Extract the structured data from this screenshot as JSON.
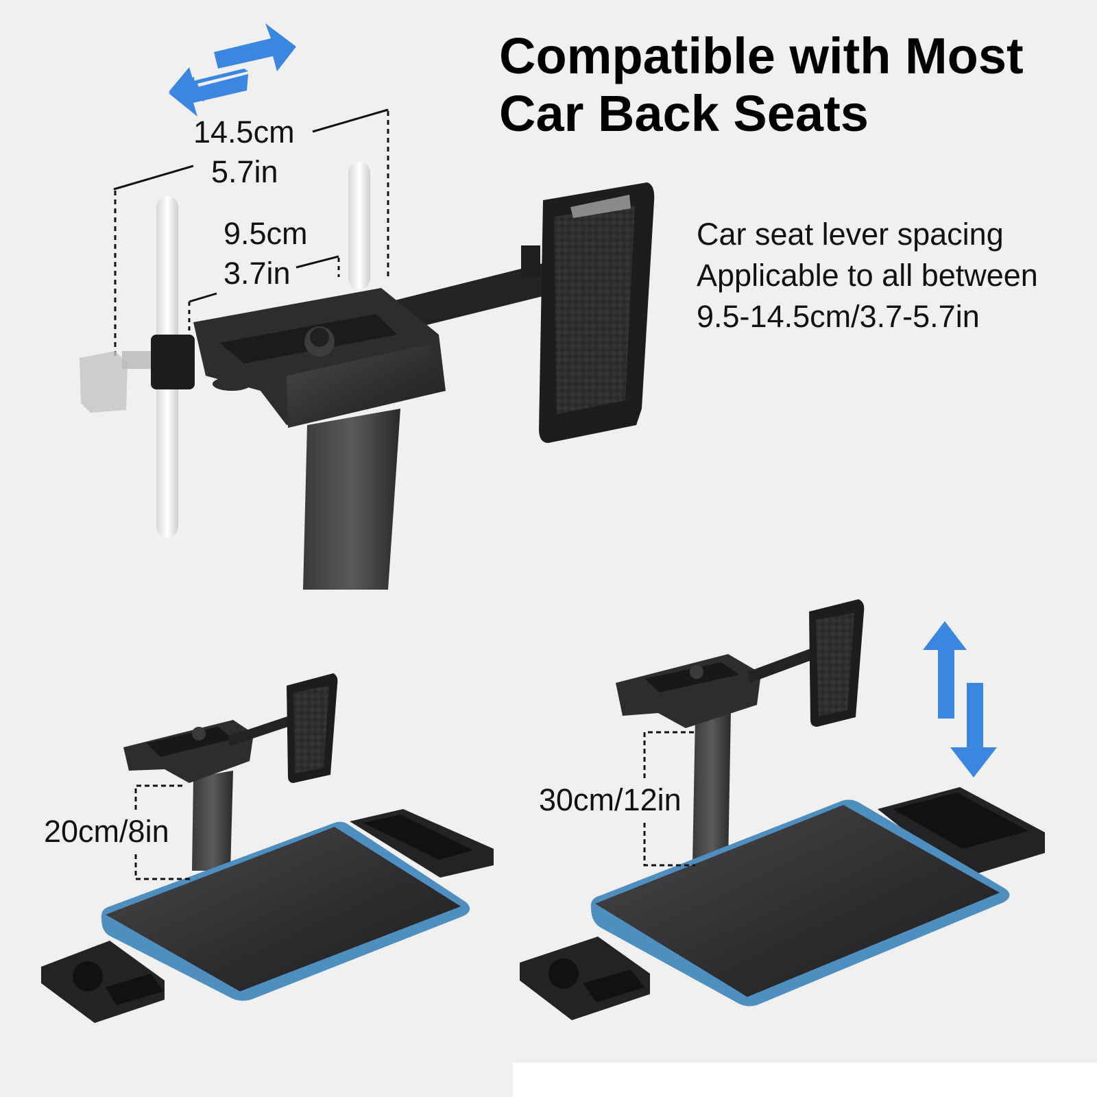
{
  "headline": {
    "line1": "Compatible with Most",
    "line2": "Car Back Seats"
  },
  "spacing_note": {
    "line1": "Car seat lever spacing",
    "line2": "Applicable to all between",
    "line3": "9.5-14.5cm/3.7-5.7in"
  },
  "dimensions": {
    "max_width_cm": "14.5cm",
    "max_width_in": "5.7in",
    "min_width_cm": "9.5cm",
    "min_width_in": "3.7in",
    "low_height": "20cm/8in",
    "high_height": "30cm/12in"
  },
  "colors": {
    "arrow_blue": "#3a86e0",
    "product_dark": "#2b2b2d",
    "tray_edge_blue": "#4f8fc0",
    "background": "#f0f0f0"
  },
  "icons": {
    "horizontal_adjust": "double-arrow-left-right-icon",
    "vertical_adjust": "double-arrow-up-down-icon"
  }
}
